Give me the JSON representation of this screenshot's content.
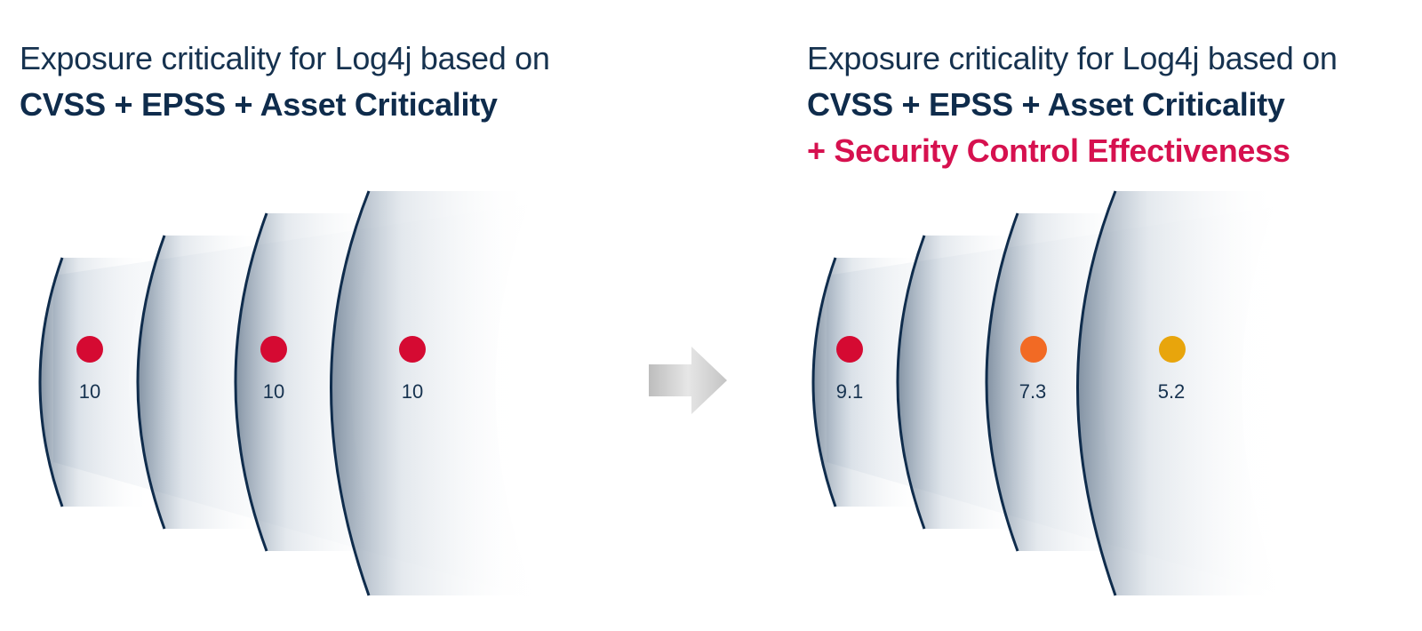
{
  "left_panel": {
    "title_line1": "Exposure criticality for Log4j based on",
    "title_line2": "CVSS + EPSS + Asset Criticality",
    "scores": [
      {
        "value": "10",
        "color": "#d50a32"
      },
      {
        "value": "10",
        "color": "#d50a32"
      },
      {
        "value": "10",
        "color": "#d50a32"
      }
    ]
  },
  "right_panel": {
    "title_line1": "Exposure criticality for Log4j based on",
    "title_line2": "CVSS + EPSS + Asset Criticality",
    "title_line3": "+ Security Control Effectiveness",
    "scores": [
      {
        "value": "9.1",
        "color": "#d50a32"
      },
      {
        "value": "7.3",
        "color": "#f26a24"
      },
      {
        "value": "5.2",
        "color": "#e8a50c"
      }
    ]
  },
  "colors": {
    "title_text": "#16324f",
    "highlight": "#d6114f",
    "wave_line": "#0f2c4c",
    "arrow": "#c8c8c8"
  }
}
